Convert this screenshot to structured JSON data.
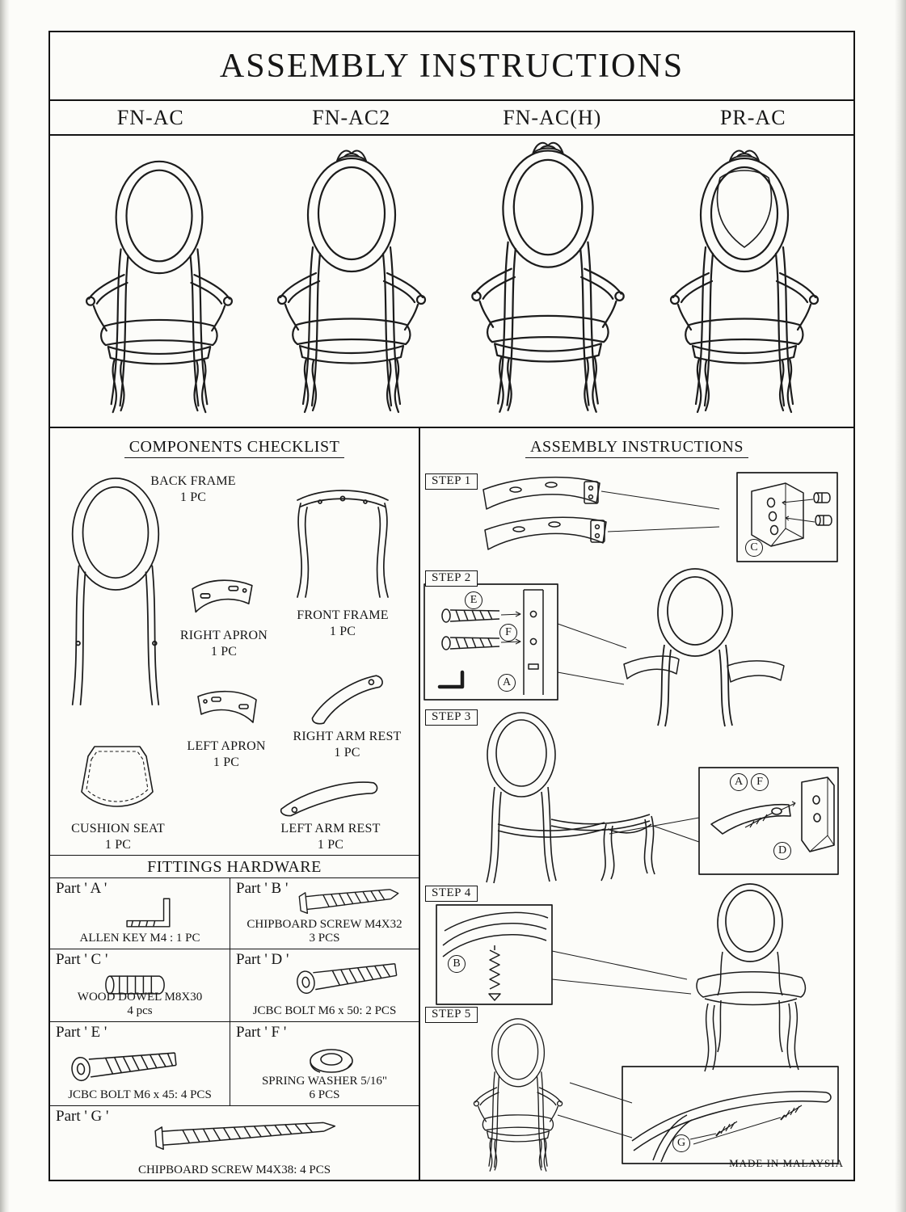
{
  "page": {
    "title": "ASSEMBLY INSTRUCTIONS",
    "made_in": "MADE IN MALAYSIA"
  },
  "models": [
    {
      "name": "FN-AC"
    },
    {
      "name": "FN-AC2"
    },
    {
      "name": "FN-AC(H)"
    },
    {
      "name": "PR-AC"
    }
  ],
  "components": {
    "heading": "COMPONENTS CHECKLIST",
    "items": [
      {
        "label": "BACK FRAME",
        "qty": "1 PC"
      },
      {
        "label": "FRONT FRAME",
        "qty": "1 PC"
      },
      {
        "label": "RIGHT APRON",
        "qty": "1 PC"
      },
      {
        "label": "LEFT APRON",
        "qty": "1 PC"
      },
      {
        "label": "RIGHT ARM REST",
        "qty": "1 PC"
      },
      {
        "label": "CUSHION SEAT",
        "qty": "1 PC"
      },
      {
        "label": "LEFT ARM REST",
        "qty": "1 PC"
      }
    ]
  },
  "hardware": {
    "heading": "FITTINGS HARDWARE",
    "parts": [
      {
        "name": "Part ' A '",
        "line1": "ALLEN KEY  M4 : 1 PC",
        "line2": ""
      },
      {
        "name": "Part ' B '",
        "line1": "CHIPBOARD SCREW M4X32",
        "line2": "3 PCS"
      },
      {
        "name": "Part ' C '",
        "line1": "WOOD DOWEL M8X30",
        "line2": "4 pcs"
      },
      {
        "name": "Part ' D '",
        "line1": "JCBC BOLT M6 x 50:  2 PCS",
        "line2": ""
      },
      {
        "name": "Part ' E '",
        "line1": "JCBC BOLT M6 x 45:  4 PCS",
        "line2": ""
      },
      {
        "name": "Part ' F '",
        "line1": "SPRING WASHER 5/16\"",
        "line2": "6 PCS"
      },
      {
        "name": "Part ' G '",
        "line1": "CHIPBOARD SCREW M4X38:  4 PCS",
        "line2": ""
      }
    ]
  },
  "assembly": {
    "heading": "ASSEMBLY INSTRUCTIONS",
    "steps": [
      {
        "label": "STEP 1"
      },
      {
        "label": "STEP 2"
      },
      {
        "label": "STEP 3"
      },
      {
        "label": "STEP 4"
      },
      {
        "label": "STEP 5"
      }
    ],
    "callouts": {
      "step1": [
        "C"
      ],
      "step2": [
        "E",
        "F",
        "A"
      ],
      "step3": [
        "A",
        "F",
        "D"
      ],
      "step4": [
        "B"
      ],
      "step5": [
        "G"
      ]
    }
  }
}
